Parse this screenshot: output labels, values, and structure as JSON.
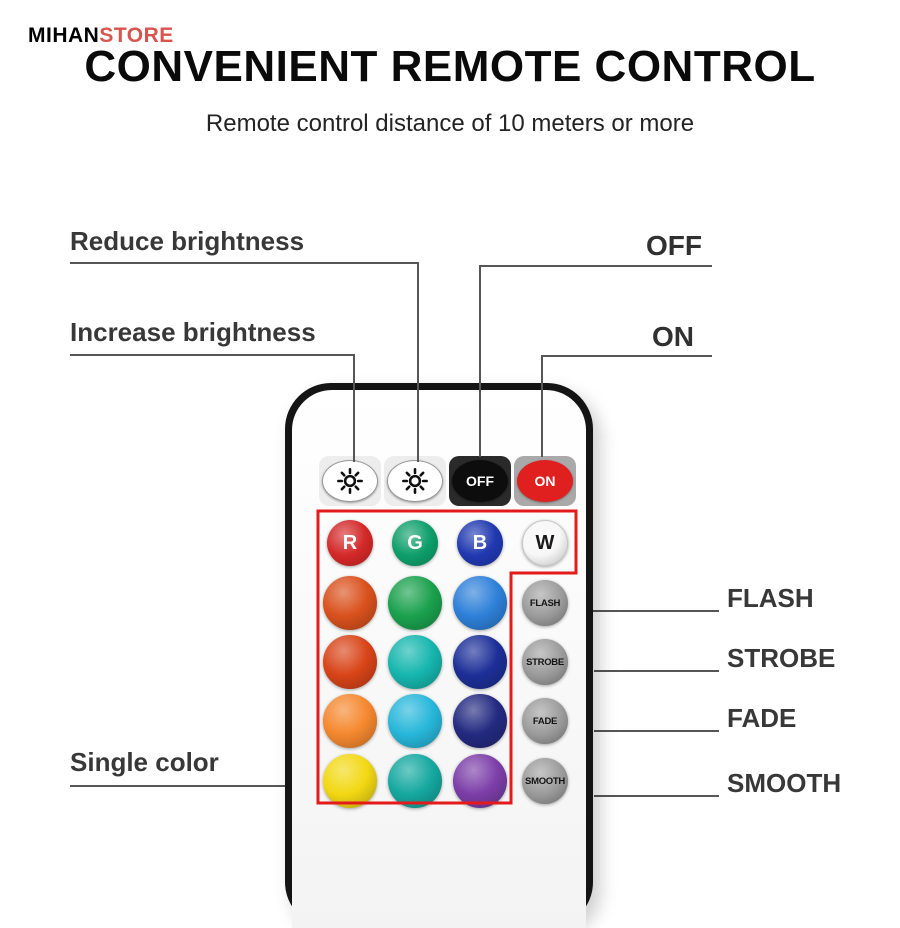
{
  "logo": {
    "mihan": "MIHAN",
    "store": "STORE"
  },
  "header": {
    "title": "CONVENIENT REMOTE CONTROL",
    "subtitle": "Remote control distance of 10 meters or more"
  },
  "callouts": {
    "reduce_brightness": "Reduce brightness",
    "increase_brightness": "Increase brightness",
    "off": "OFF",
    "on": "ON",
    "single_color": "Single color",
    "flash": "FLASH",
    "strobe": "STROBE",
    "fade": "FADE",
    "smooth": "SMOOTH"
  },
  "remote": {
    "top_row": [
      {
        "name": "increase-brightness",
        "icon": "brightness-icon",
        "pad": "#ededed",
        "bg": "#ffffff"
      },
      {
        "name": "reduce-brightness",
        "icon": "brightness-icon",
        "pad": "#ededed",
        "bg": "#ffffff"
      },
      {
        "name": "off",
        "label": "OFF",
        "pad": "#2a2a2a",
        "bg": "#0d0d0d",
        "fg": "#ffffff"
      },
      {
        "name": "on",
        "label": "ON",
        "pad": "#a9a9a9",
        "bg": "#e01f1f",
        "fg": "#ffffff"
      }
    ],
    "rgbw_row": [
      {
        "name": "red",
        "label": "R",
        "bg": "#d32828",
        "fg": "#ffffff"
      },
      {
        "name": "green",
        "label": "G",
        "bg": "#0e9e6a",
        "fg": "#ffffff"
      },
      {
        "name": "blue",
        "label": "B",
        "bg": "#2038b0",
        "fg": "#ffffff"
      },
      {
        "name": "white",
        "label": "W",
        "bg": "#f7f7f7",
        "fg": "#1a1a1a"
      }
    ],
    "color_rows": [
      [
        "#d9511d",
        "#1ba14e",
        "#2e80d8",
        "FLASH"
      ],
      [
        "#d84418",
        "#16b6ae",
        "#1d2f98",
        "STROBE"
      ],
      [
        "#f5882f",
        "#27b7da",
        "#232a80",
        "FADE"
      ],
      [
        "#f2d813",
        "#15a8a0",
        "#7c3ea8",
        "SMOOTH"
      ]
    ],
    "mode_button_bg": "#989898",
    "outline_color": "#e31b1b"
  }
}
